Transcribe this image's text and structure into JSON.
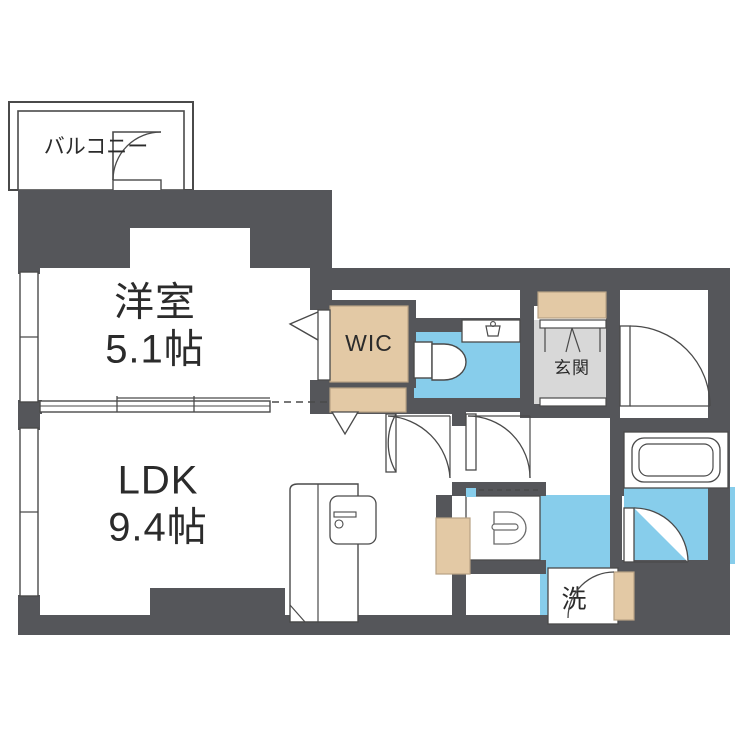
{
  "plan": {
    "type": "japanese-floor-plan",
    "background_color": "#ffffff",
    "wall_color": "#55565a",
    "thin_line_color": "#4a4a4a",
    "water_color": "#87cdeb",
    "wood_color": "#e3c9a5",
    "entry_floor_color": "#d8d8d8",
    "label_color": "#2b2b2b"
  },
  "rooms": {
    "balcony": {
      "label": "バルコニー"
    },
    "bedroom": {
      "label": "洋室",
      "size": "5.1帖"
    },
    "ldk": {
      "label": "LDK",
      "size": "9.4帖"
    },
    "wic": {
      "label": "WIC"
    },
    "entrance": {
      "label": "玄関"
    },
    "laundry": {
      "label": "洗"
    }
  },
  "fixtures": [
    {
      "name": "balcony-door",
      "type": "swing-door"
    },
    {
      "name": "bedroom-window-upper",
      "type": "window"
    },
    {
      "name": "bedroom-window-lower",
      "type": "window"
    },
    {
      "name": "ldk-window-upper",
      "type": "window"
    },
    {
      "name": "ldk-window-lower",
      "type": "window"
    },
    {
      "name": "bedroom-ldk-sliding-partition",
      "type": "sliding-door"
    },
    {
      "name": "wic-closet",
      "type": "closet"
    },
    {
      "name": "wic-folding-door",
      "type": "folding-door"
    },
    {
      "name": "toilet",
      "type": "toilet"
    },
    {
      "name": "toilet-hand-basin",
      "type": "basin"
    },
    {
      "name": "toilet-door",
      "type": "swing-door"
    },
    {
      "name": "entrance-shoe-cabinet",
      "type": "cabinet"
    },
    {
      "name": "entrance-door",
      "type": "swing-door"
    },
    {
      "name": "entrance-step",
      "type": "step"
    },
    {
      "name": "bathtub",
      "type": "bathtub"
    },
    {
      "name": "bath-door",
      "type": "swing-door"
    },
    {
      "name": "vanity-sink",
      "type": "sink"
    },
    {
      "name": "washer-space",
      "type": "washer"
    },
    {
      "name": "kitchen-counter",
      "type": "kitchen"
    },
    {
      "name": "kitchen-sink",
      "type": "sink"
    },
    {
      "name": "fridge-space",
      "type": "appliance"
    },
    {
      "name": "hall-door-left",
      "type": "swing-door"
    },
    {
      "name": "hall-door-right",
      "type": "swing-door"
    },
    {
      "name": "laundry-door",
      "type": "swing-door"
    },
    {
      "name": "storage-cabinet-lower",
      "type": "cabinet"
    }
  ]
}
